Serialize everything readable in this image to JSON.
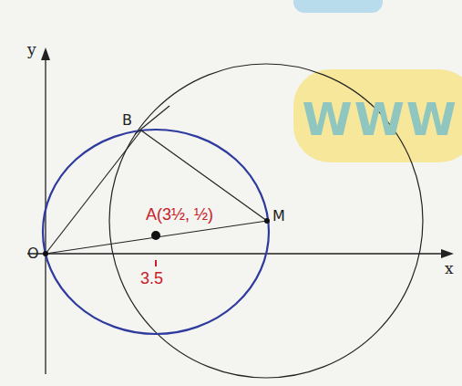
{
  "diagram": {
    "labels": [
      "y",
      "x",
      "B",
      "O",
      "M",
      "A(3½, ½)",
      "3.5",
      "WWW"
    ]
  }
}
